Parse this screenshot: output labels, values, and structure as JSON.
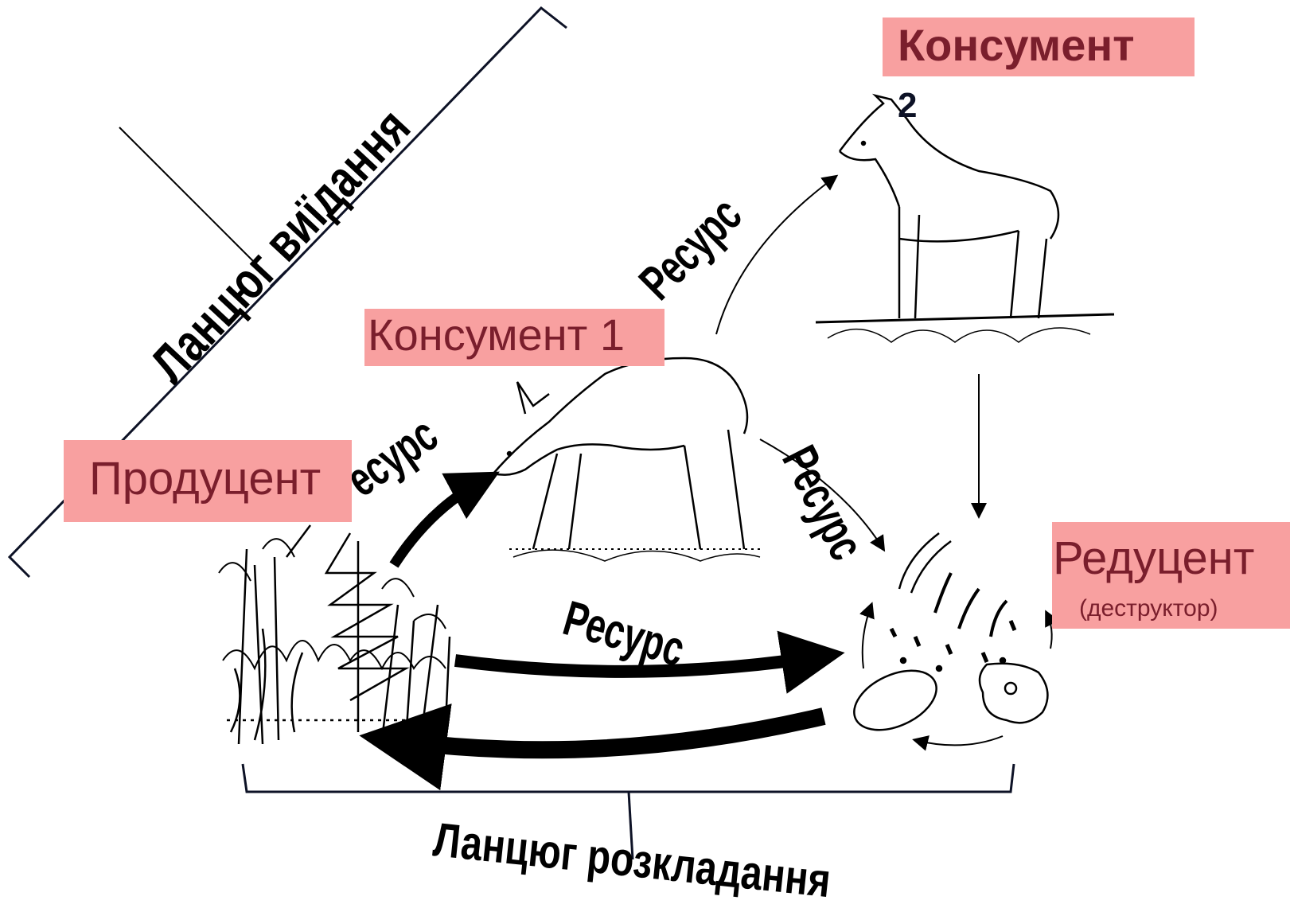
{
  "labels": {
    "producer": "Продуцент",
    "consumer1": "Консумент 1",
    "consumer2": "Консумент",
    "consumer2_index": "2",
    "reducer": "Редуцент",
    "reducer_sub": "(деструктор)"
  },
  "chains": {
    "grazing": "Ланцюг виїдання",
    "decomposition": "Ланцюг розкладання"
  },
  "arrows": {
    "producer_to_consumer1": "Ресурс",
    "consumer1_to_consumer2": "Ресурс",
    "consumer1_to_reducer": "Ресурс",
    "producer_to_reducer": "Ресурс"
  },
  "colors": {
    "label_fill": "#f8a0a0",
    "label_text": "#7a1e2c",
    "bracket": "#0d1226"
  }
}
